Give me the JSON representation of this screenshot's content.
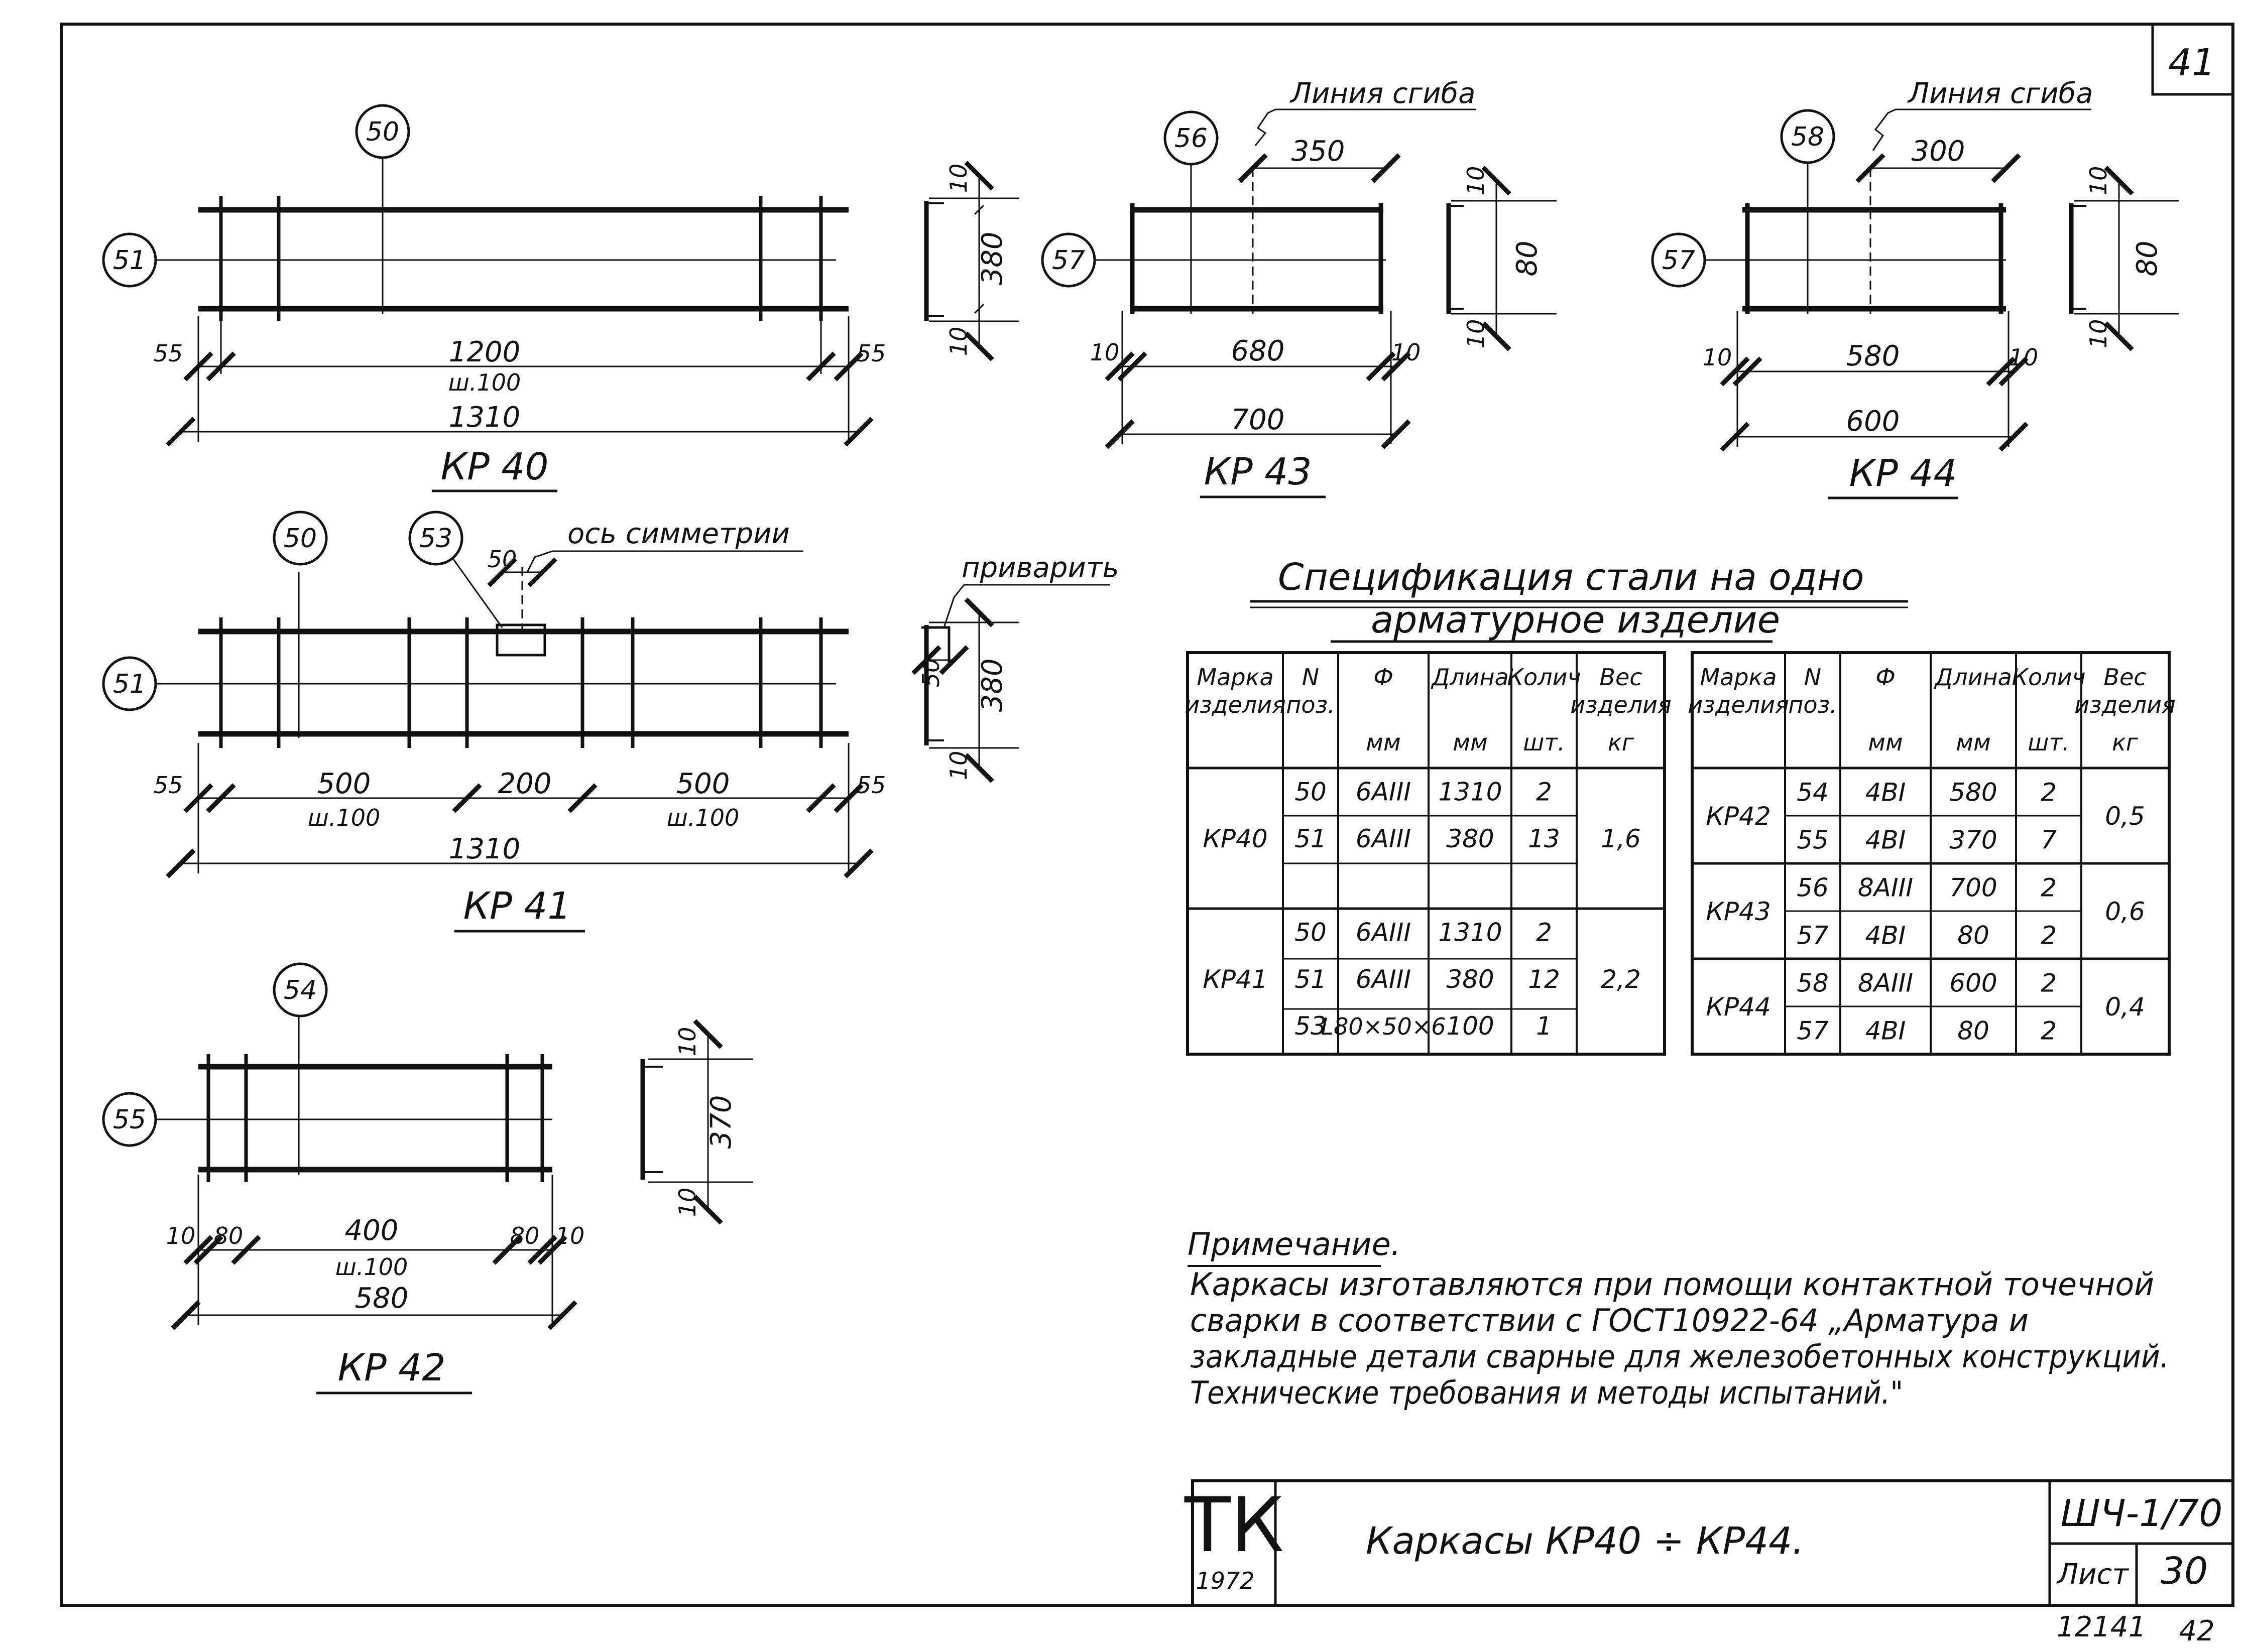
{
  "sheet_corner_number": "41",
  "bottom_numbers": {
    "left": "12141",
    "right": "42"
  },
  "parts": {
    "kp40": {
      "caption": "КР 40",
      "callouts": {
        "top": "50",
        "left": "51"
      },
      "dims": {
        "left_end": "55",
        "right_end": "55",
        "span": "1200",
        "pitch": "ш.100",
        "total": "1310"
      },
      "section": {
        "top": "10",
        "height": "380",
        "bottom": "10"
      }
    },
    "kp41": {
      "caption": "КР 41",
      "callouts": {
        "top1": "50",
        "top2": "53",
        "left": "51"
      },
      "axis_label": "ось симметрии",
      "weld_label": "приварить",
      "angle_width": "50",
      "dims": {
        "left_end": "55",
        "seg1": "500",
        "pitch1": "ш.100",
        "center": "200",
        "seg2": "500",
        "pitch2": "ш.100",
        "right_end": "55",
        "total": "1310"
      },
      "section": {
        "angle": "50",
        "height": "380",
        "bottom": "10"
      }
    },
    "kp42": {
      "caption": "КР 42",
      "callouts": {
        "top": "54",
        "left": "55"
      },
      "dims": {
        "e1": "10",
        "e2": "80",
        "span": "400",
        "pitch": "ш.100",
        "e3": "80",
        "e4": "10",
        "total": "580"
      },
      "section": {
        "top": "10",
        "height": "370",
        "bottom": "10"
      }
    },
    "kp43": {
      "caption": "КР 43",
      "callouts": {
        "top": "56",
        "left": "57"
      },
      "bend_label": "Линия сгиба",
      "bend_dim": "350",
      "dims": {
        "left_end": "10",
        "span": "680",
        "right_end": "10",
        "total": "700"
      },
      "section": {
        "top": "10",
        "height": "80",
        "bottom": "10"
      }
    },
    "kp44": {
      "caption": "КР 44",
      "callouts": {
        "top": "58",
        "left": "57"
      },
      "bend_label": "Линия сгиба",
      "bend_dim": "300",
      "dims": {
        "left_end": "10",
        "span": "580",
        "right_end": "10",
        "total": "600"
      },
      "section": {
        "top": "10",
        "height": "80",
        "bottom": "10"
      }
    }
  },
  "spec": {
    "title_line1": "Спецификация  стали  на одно",
    "title_line2": "арматурное  изделие",
    "headers": {
      "mark": [
        "Марка",
        "изделия"
      ],
      "pos": [
        "N",
        "поз."
      ],
      "phi": [
        "Ф",
        "мм"
      ],
      "len": [
        "Длина",
        "мм"
      ],
      "qty": [
        "Колич",
        "шт."
      ],
      "weight": [
        "Вес",
        "изделия",
        "кг"
      ]
    },
    "left_table": [
      {
        "mark": "КР40",
        "weight": "1,6",
        "rows": [
          [
            "50",
            "6АIII",
            "1310",
            "2"
          ],
          [
            "51",
            "6АIII",
            "380",
            "13"
          ],
          [
            "",
            "",
            "",
            ""
          ]
        ]
      },
      {
        "mark": "КР41",
        "weight": "2,2",
        "rows": [
          [
            "50",
            "6АIII",
            "1310",
            "2"
          ],
          [
            "51",
            "6АIII",
            "380",
            "12"
          ],
          [
            "53",
            "L80×50×6",
            "100",
            "1"
          ]
        ]
      }
    ],
    "right_table": [
      {
        "mark": "КР42",
        "weight": "0,5",
        "rows": [
          [
            "54",
            "4ВI",
            "580",
            "2"
          ],
          [
            "55",
            "4ВI",
            "370",
            "7"
          ]
        ]
      },
      {
        "mark": "КР43",
        "weight": "0,6",
        "rows": [
          [
            "56",
            "8АIII",
            "700",
            "2"
          ],
          [
            "57",
            "4ВI",
            "80",
            "2"
          ]
        ]
      },
      {
        "mark": "КР44",
        "weight": "0,4",
        "rows": [
          [
            "58",
            "8АIII",
            "600",
            "2"
          ],
          [
            "57",
            "4ВI",
            "80",
            "2"
          ]
        ]
      }
    ]
  },
  "note": {
    "title": "Примечание.",
    "lines": [
      "Каркасы изготавляются при помощи контактной точечной",
      "сварки в соответствии с ГОСТ10922-64 „Арматура и",
      "закладные детали сварные для железобетонных конструкций.",
      "Технические требования и методы испытаний.\""
    ]
  },
  "title_block": {
    "org": "ТК",
    "year": "1972",
    "title": "Каркасы  КР40 ÷ КР44.",
    "series": "ШЧ-1/70",
    "sheet_label": "Лист",
    "sheet_no": "30"
  }
}
